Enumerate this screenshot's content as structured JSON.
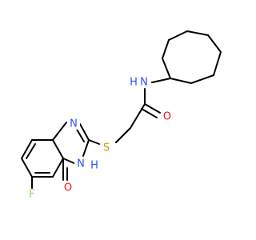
{
  "colors": {
    "bond": "#000000",
    "carbon": "#000000",
    "nitrogen": "#3050F8",
    "oxygen": "#FF0D0D",
    "sulfur": "#C8A000",
    "fluorine": "#90E050"
  },
  "atoms": {
    "amide_nh": "N",
    "amide_h": "H",
    "carbonyl_o": "O",
    "thioether_s": "S",
    "ring_n1": "N",
    "ring_n3": "N",
    "ring_n3_h": "H",
    "keto_o": "O",
    "fluorine": "F"
  }
}
